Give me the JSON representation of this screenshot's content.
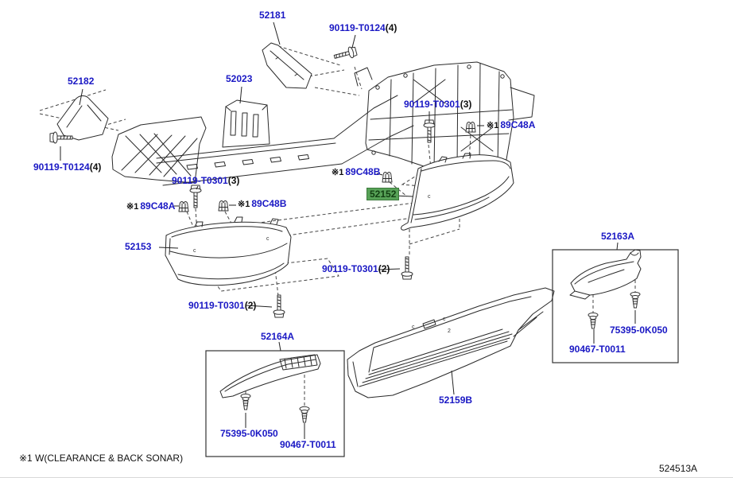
{
  "page": {
    "footnote": "※1 W(CLEARANCE & BACK SONAR)",
    "diagram_code": "524513A"
  },
  "colors": {
    "label_blue": "#1a18c4",
    "highlight_green_bg": "#57a257",
    "highlight_green_text": "#123f12",
    "line_dark": "#2a2a2a"
  },
  "labels": {
    "bracket_52181": {
      "number": "52181"
    },
    "bolt_90119_t0124_top": {
      "number": "90119-T0124",
      "count": "(4)"
    },
    "bracket_52182": {
      "number": "52182"
    },
    "bolt_90119_t0124_left": {
      "number": "90119-T0124",
      "count": "(4)"
    },
    "panel_52023": {
      "number": "52023"
    },
    "bolt_90119_t0301_3_right": {
      "number": "90119-T0301",
      "count": "(3)"
    },
    "clip_89c48a_right": {
      "prefix": "※1",
      "number": "89C48A"
    },
    "clip_89c48b_center": {
      "prefix": "※1",
      "number": "89C48B"
    },
    "bumper_end_52152": {
      "number": "52152",
      "highlighted": true
    },
    "bolt_90119_t0301_3_left": {
      "number": "90119-T0301",
      "count": "(3)"
    },
    "clip_89c48a_left": {
      "prefix": "※1",
      "number": "89C48A"
    },
    "clip_89c48b_left": {
      "prefix": "※1",
      "number": "89C48B"
    },
    "bumper_end_52153": {
      "number": "52153"
    },
    "bolt_90119_t0301_2_left": {
      "number": "90119-T0301",
      "count": "(2)"
    },
    "bolt_90119_t0301_2_center": {
      "number": "90119-T0301",
      "count": "(2)"
    },
    "trim_52164a": {
      "number": "52164A"
    },
    "pin_75395_left": {
      "number": "75395-0K050"
    },
    "pin_90467_left": {
      "number": "90467-T0011"
    },
    "step_panel_52159b": {
      "number": "52159B"
    },
    "trim_52163a": {
      "number": "52163A"
    },
    "pin_75395_right": {
      "number": "75395-0K050"
    },
    "pin_90467_right": {
      "number": "90467-T0011"
    }
  },
  "marks": {
    "m1": "c",
    "m2": "c",
    "m3": "c",
    "m4": "c",
    "m5": "c",
    "m6": "2"
  }
}
